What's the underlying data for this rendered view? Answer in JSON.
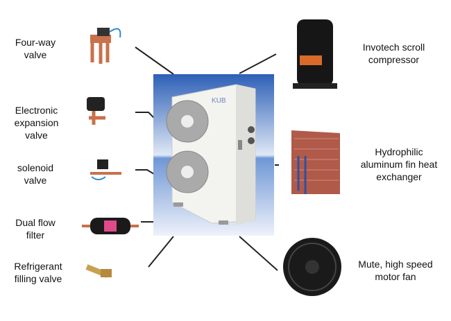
{
  "left_components": [
    {
      "label": "Four-way\nvalve",
      "icon": "four-way-valve"
    },
    {
      "label": "Electronic\nexpansion\nvalve",
      "icon": "expansion-valve"
    },
    {
      "label": "solenoid\nvalve",
      "icon": "solenoid-valve"
    },
    {
      "label": "Dual flow\nfilter",
      "icon": "filter-drier"
    },
    {
      "label": "Refrigerant\nfilling valve",
      "icon": "filling-valve"
    }
  ],
  "right_components": [
    {
      "label": "Invotech scroll\ncompressor",
      "icon": "scroll-compressor"
    },
    {
      "label": "Hydrophilic\naluminum fin heat\nexchanger",
      "icon": "fin-heat-exchanger"
    },
    {
      "label": "Mute, high speed\nmotor fan",
      "icon": "motor-fan"
    }
  ],
  "center_unit": {
    "logo": "KUB",
    "icon": "heat-pump-outdoor-unit"
  },
  "colors": {
    "copper": "#c8714a",
    "blue_bg": "#2f62b8",
    "unit": "#f2f2ee"
  }
}
